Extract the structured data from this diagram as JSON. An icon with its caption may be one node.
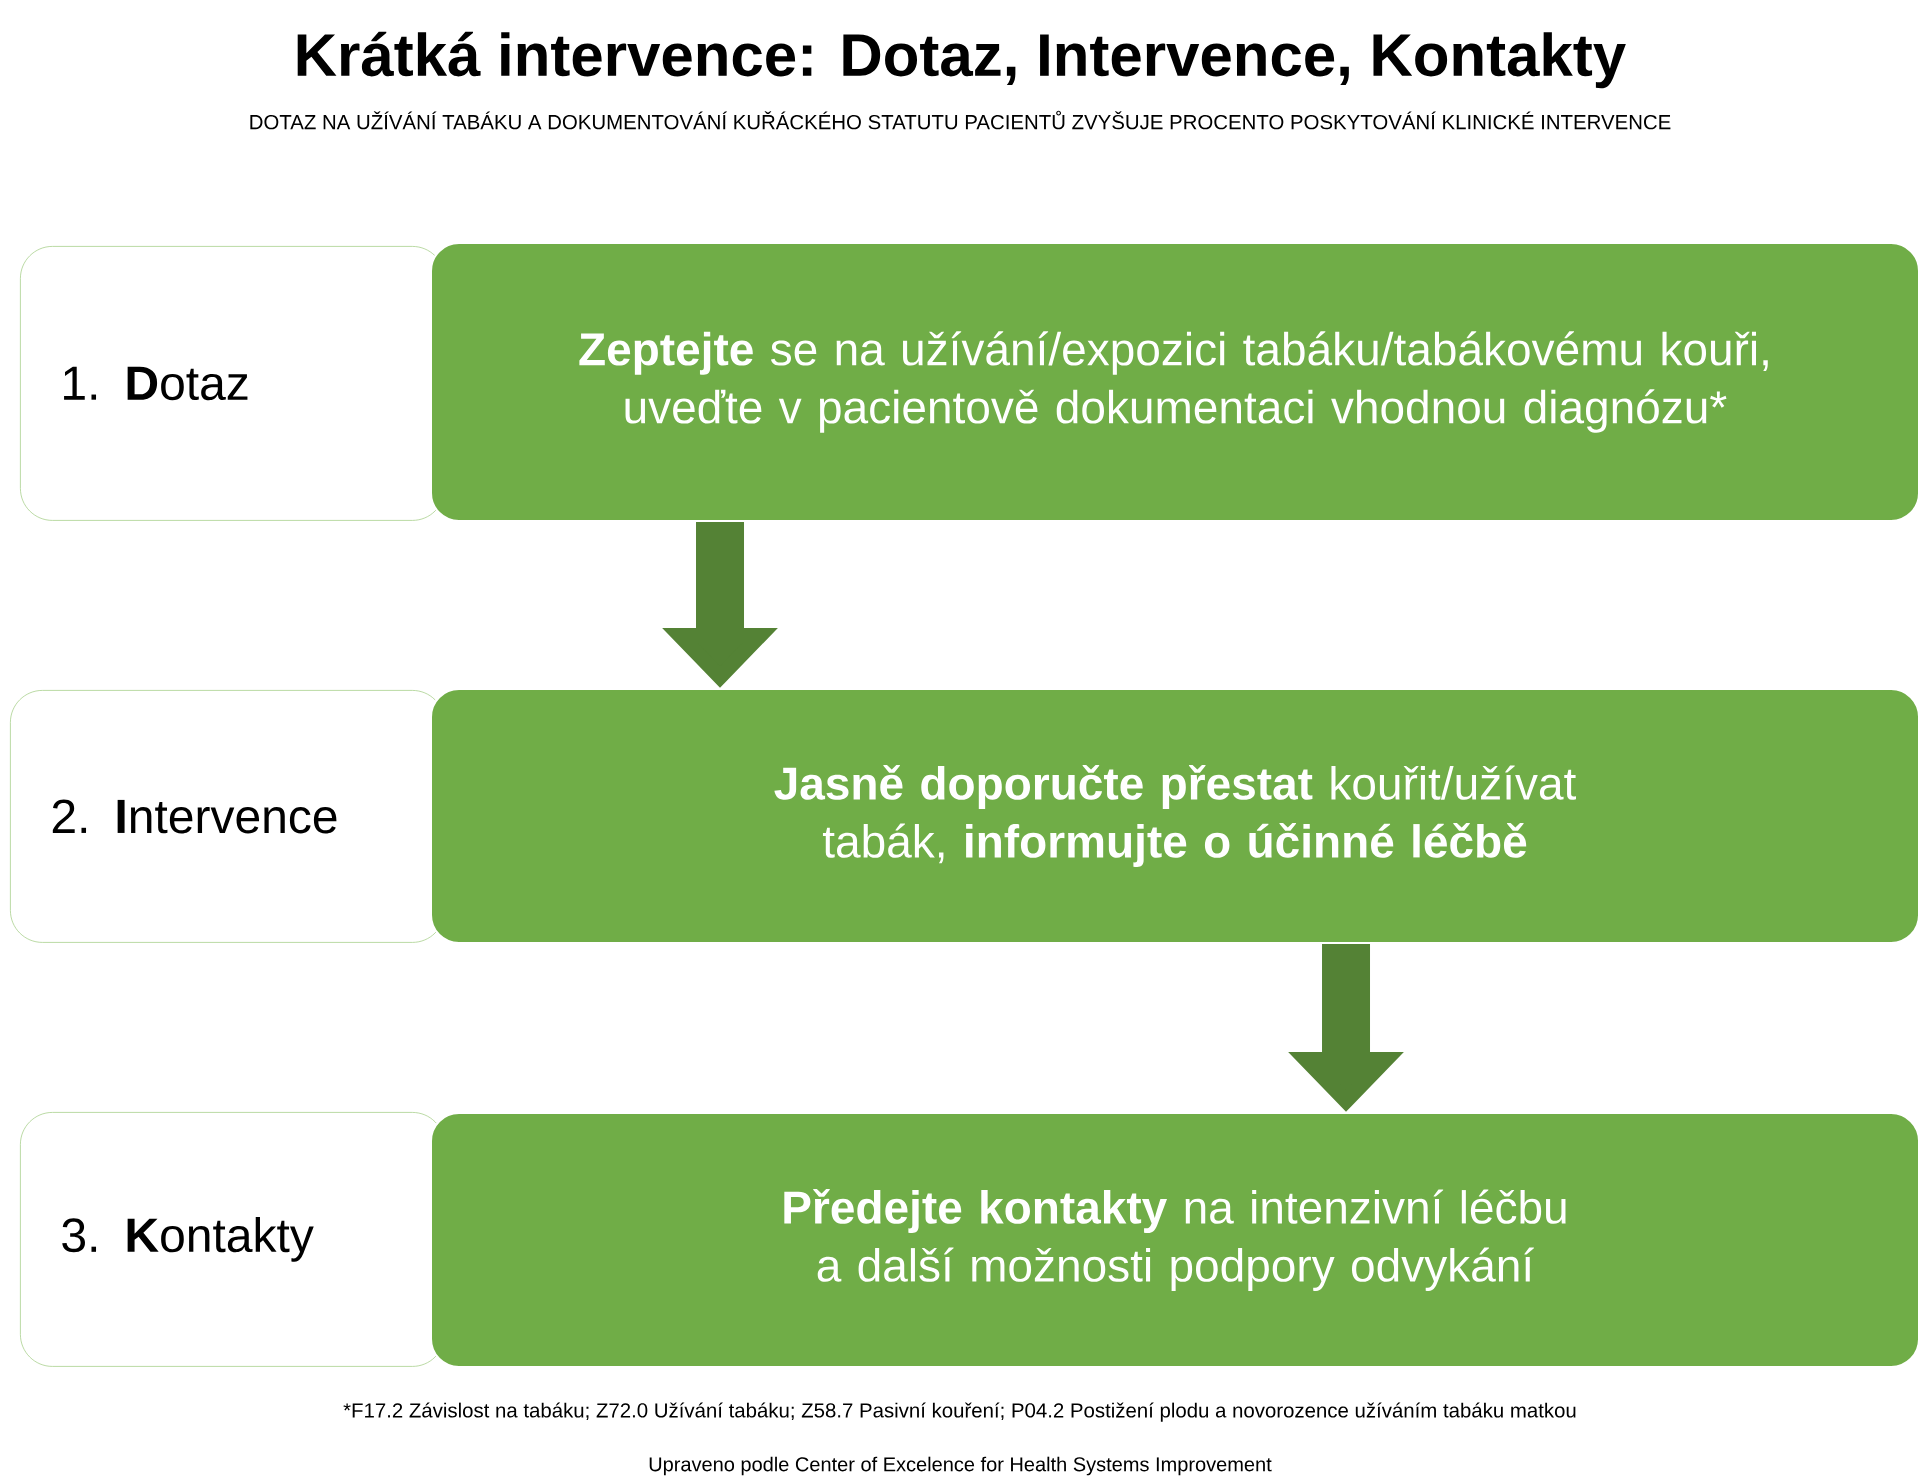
{
  "diagram": {
    "title": "Krátká intervence: Dotaz, Intervence, Kontakty",
    "nodes": [
      {
        "text": [
          "1. **D**otaz"
        ]
      },
      {
        "text": [
          "**Zeptejte** se na užívání/expozici tabáku/tabákovému kouři, uveďte v pacientově dokumentaci vhodnou diagnózu*"
        ]
      },
      {
        "text": [
          "2. **I**ntervence"
        ]
      },
      {
        "text": [
          "**Jasně doporučte přestat** kouřit/užívat tabák, **informujte o účinné léčbě**"
        ]
      },
      {
        "text": [
          "3. **K**ontakty"
        ]
      },
      {
        "text": [
          "**Předejte kontakty** na intenzivní léčbu a další možnosti podpory odvykání"
        ]
      }
    ],
    "edges": [
      {
        "from": 1,
        "to": 3,
        "arrow": "to"
      },
      {
        "from": 3,
        "to": 5,
        "arrow": "to"
      }
    ],
    "labels": [
      "DOTAZ NA UŽÍVÁNÍ TABÁKU A DOKUMENTOVÁNÍ KUŘÁCKÉHO STATUTU PACIENTŮ ZVYŠUJE PROCENTO POSKYTOVÁNÍ KLINICKÉ INTERVENCE",
      "*F17.2 Závislost na tabáku; Z72.0 Užívání tabáku; Z58.7 Pasivní kouření; P04.2 Postižení plodu a novorozence užíváním tabáku matkou",
      "Upraveno podle Center of Excelence for Health Systems Improvement"
    ]
  }
}
